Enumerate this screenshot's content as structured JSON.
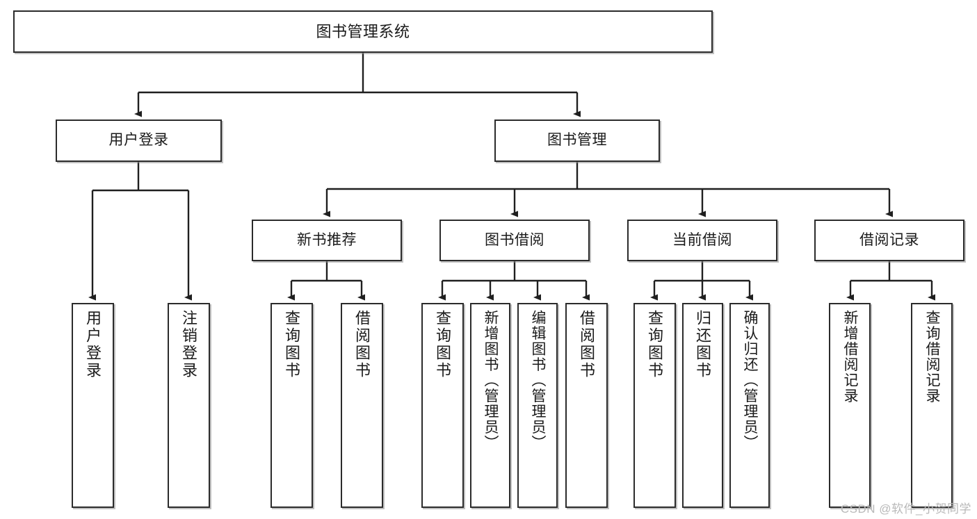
{
  "diagram": {
    "title": "图书管理系统",
    "type": "功能结构图",
    "watermark": "CSDN @软件_小贺同学",
    "colors": {
      "node_border": "#2b2b2b",
      "node_fill": "#ffffff",
      "link": "#1f1f1f",
      "watermark": "#b9b9b9",
      "background": "#ffffff"
    },
    "levels": [
      {
        "level": 0,
        "nodes": [
          {
            "id": "root",
            "label": "图书管理系统",
            "orientation": "horizontal"
          }
        ]
      },
      {
        "level": 1,
        "nodes": [
          {
            "id": "login",
            "label": "用户登录",
            "orientation": "horizontal",
            "parent": "root"
          },
          {
            "id": "bookmgmt",
            "label": "图书管理",
            "orientation": "horizontal",
            "parent": "root"
          }
        ]
      },
      {
        "level": 2,
        "nodes": [
          {
            "id": "newbook",
            "label": "新书推荐",
            "orientation": "horizontal",
            "parent": "bookmgmt"
          },
          {
            "id": "borrow",
            "label": "图书借阅",
            "orientation": "horizontal",
            "parent": "bookmgmt"
          },
          {
            "id": "current",
            "label": "当前借阅",
            "orientation": "horizontal",
            "parent": "bookmgmt"
          },
          {
            "id": "records",
            "label": "借阅记录",
            "orientation": "horizontal",
            "parent": "bookmgmt"
          }
        ]
      },
      {
        "level": 3,
        "nodes": [
          {
            "id": "leaf1",
            "label": "用户登录",
            "orientation": "vertical",
            "parent": "login"
          },
          {
            "id": "leaf2",
            "label": "注销登录",
            "orientation": "vertical",
            "parent": "login"
          },
          {
            "id": "leaf3",
            "label": "查询图书",
            "orientation": "vertical",
            "parent": "newbook"
          },
          {
            "id": "leaf4",
            "label": "借阅图书",
            "orientation": "vertical",
            "parent": "newbook"
          },
          {
            "id": "leaf5",
            "label": "查询图书",
            "orientation": "vertical",
            "parent": "borrow"
          },
          {
            "id": "leaf6",
            "label": "新增图书（管理员）",
            "orientation": "vertical",
            "parent": "borrow"
          },
          {
            "id": "leaf7",
            "label": "编辑图书（管理员）",
            "orientation": "vertical",
            "parent": "borrow"
          },
          {
            "id": "leaf8",
            "label": "借阅图书",
            "orientation": "vertical",
            "parent": "borrow"
          },
          {
            "id": "leaf9",
            "label": "查询图书",
            "orientation": "vertical",
            "parent": "current"
          },
          {
            "id": "leaf10",
            "label": "归还图书",
            "orientation": "vertical",
            "parent": "current"
          },
          {
            "id": "leaf11",
            "label": "确认归还（管理员）",
            "orientation": "vertical",
            "parent": "current"
          },
          {
            "id": "leaf12",
            "label": "新增借阅记录",
            "orientation": "vertical",
            "parent": "records"
          },
          {
            "id": "leaf13",
            "label": "查询借阅记录",
            "orientation": "vertical",
            "parent": "records"
          }
        ]
      }
    ]
  }
}
